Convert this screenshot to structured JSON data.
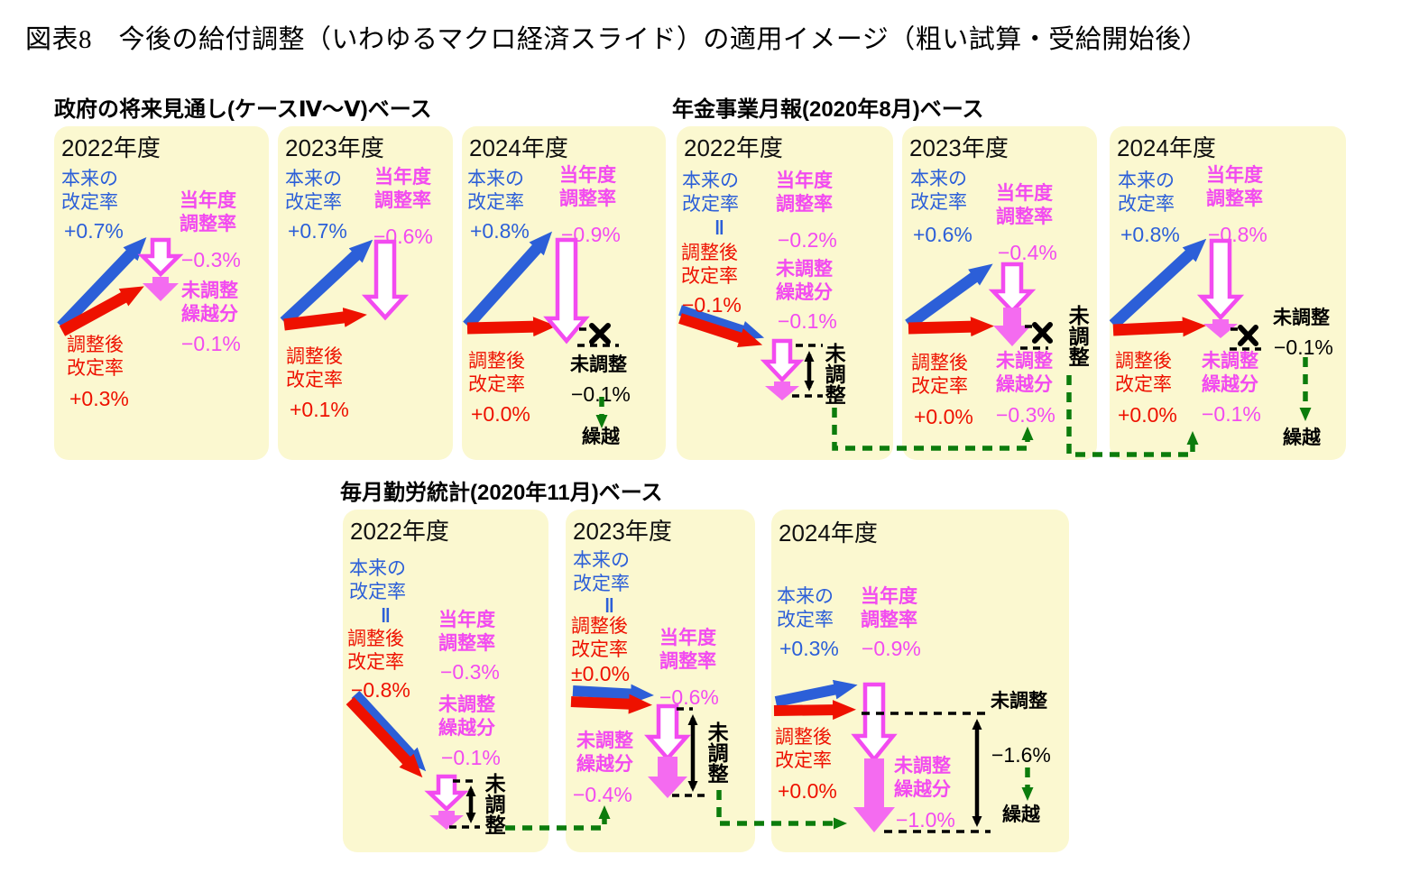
{
  "title": "図表8　今後の給付調整（いわゆるマクロ経済スライド）の適用イメージ（粗い試算・受給開始後）",
  "colors": {
    "original_rate_blue": "#2c5fd8",
    "adjusted_rate_red": "#ee1100",
    "adjustment_magenta": "#f24bf0",
    "carryover_green": "#0c7c0c",
    "panel_yellow": "#fbf8d0"
  },
  "groups": {
    "g1": {
      "header": "政府の将来見通し(ケースⅣ～Ⅴ)ベース",
      "p1": {
        "year": "2022年度",
        "honrai": "本来の\n改定率",
        "honrai_val": "+0.7%",
        "tonen": "当年度\n調整率",
        "tonen_val": "−0.3%",
        "mikurikoshi": "未調整\n繰越分",
        "mikurikoshi_val": "−0.1%",
        "chosei": "調整後\n改定率",
        "chosei_val": "+0.3%"
      },
      "p2": {
        "year": "2023年度",
        "honrai": "本来の\n改定率",
        "honrai_val": "+0.7%",
        "tonen": "当年度\n調整率",
        "tonen_val": "−0.6%",
        "chosei": "調整後\n改定率",
        "chosei_val": "+0.1%"
      },
      "p3": {
        "year": "2024年度",
        "honrai": "本来の\n改定率",
        "honrai_val": "+0.8%",
        "tonen": "当年度\n調整率",
        "tonen_val": "−0.9%",
        "chosei": "調整後\n改定率",
        "chosei_val": "+0.0%",
        "michosei": "未調整",
        "michosei_val": "−0.1%",
        "kurikoshi": "繰越"
      }
    },
    "g2": {
      "header": "年金事業月報(2020年8月)ベース",
      "p1": {
        "year": "2022年度",
        "honrai": "本来の\n改定率",
        "eq": "‖",
        "chosei": "調整後\n改定率",
        "chosei_val": "−0.1%",
        "tonen": "当年度\n調整率",
        "tonen_val": "−0.2%",
        "mikurikoshi": "未調整\n繰越分",
        "mikurikoshi_val": "−0.1%",
        "michosei": "未調整"
      },
      "p2": {
        "year": "2023年度",
        "honrai": "本来の\n改定率",
        "honrai_val": "+0.6%",
        "tonen": "当年度\n調整率",
        "tonen_val": "−0.4%",
        "chosei": "調整後\n改定率",
        "chosei_val": "+0.0%",
        "mikurikoshi": "未調整\n繰越分",
        "mikurikoshi_val": "−0.3%",
        "michosei": "未調整"
      },
      "p3": {
        "year": "2024年度",
        "honrai": "本来の\n改定率",
        "honrai_val": "+0.8%",
        "tonen": "当年度\n調整率",
        "tonen_val": "−0.8%",
        "chosei": "調整後\n改定率",
        "chosei_val": "+0.0%",
        "mikurikoshi": "未調整\n繰越分",
        "mikurikoshi_val": "−0.1%",
        "michosei": "未調整",
        "michosei_val": "−0.1%",
        "kurikoshi": "繰越"
      }
    },
    "g3": {
      "header": "毎月勤労統計(2020年11月)ベース",
      "p1": {
        "year": "2022年度",
        "honrai": "本来の\n改定率",
        "eq": "‖",
        "chosei": "調整後\n改定率",
        "chosei_val": "−0.8%",
        "tonen": "当年度\n調整率",
        "tonen_val": "−0.3%",
        "mikurikoshi": "未調整\n繰越分",
        "mikurikoshi_val": "−0.1%",
        "michosei": "未調整"
      },
      "p2": {
        "year": "2023年度",
        "honrai": "本来の\n改定率",
        "eq": "‖",
        "chosei": "調整後\n改定率",
        "chosei_val": "±0.0%",
        "tonen": "当年度\n調整率",
        "tonen_val": "−0.6%",
        "mikurikoshi": "未調整\n繰越分",
        "mikurikoshi_val": "−0.4%",
        "michosei": "未調整"
      },
      "p3": {
        "year": "2024年度",
        "honrai": "本来の\n改定率",
        "honrai_val": "+0.3%",
        "tonen": "当年度\n調整率",
        "tonen_val": "−0.9%",
        "chosei": "調整後\n改定率",
        "chosei_val": "+0.0%",
        "mikurikoshi": "未調整\n繰越分",
        "mikurikoshi_val": "−1.0%",
        "michosei": "未調整",
        "michosei_val": "−1.6%",
        "kurikoshi": "繰越"
      }
    }
  }
}
